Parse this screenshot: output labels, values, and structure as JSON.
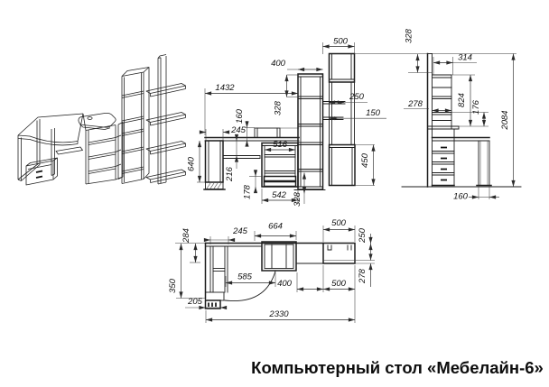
{
  "title": "Компьютерный стол «Мебелайн-6»",
  "colors": {
    "ink": "#1d1d1d",
    "background": "#ffffff"
  },
  "dims": {
    "front": {
      "total_width": "1432",
      "col_top": "400",
      "wall_width": "500",
      "shelf_pitch": "328",
      "pedestal_width": "245",
      "upstand": "160",
      "shelf_250": "250",
      "shelf_150": "150",
      "niche_width": "516",
      "desk_height": "640",
      "tray_clearance": "216",
      "drawer_height": "178",
      "cabinet_width": "542",
      "cabinet_height": "328",
      "lower_height": "450"
    },
    "side": {
      "top_offset": "328",
      "depth": "314",
      "shelf_depth": "278",
      "upper_height": "824",
      "clearance": "176",
      "total_height": "2084",
      "leg_depth": "160"
    },
    "plan": {
      "right_width_top": "500",
      "back_depth": "284",
      "tray_width": "245",
      "cabinet_width": "664",
      "inner_depth": "250",
      "desk_span": "585",
      "mid_width": "400",
      "right_width": "500",
      "right_depth": "278",
      "left_depth": "350",
      "foot_width": "205",
      "total_width": "2330"
    }
  }
}
